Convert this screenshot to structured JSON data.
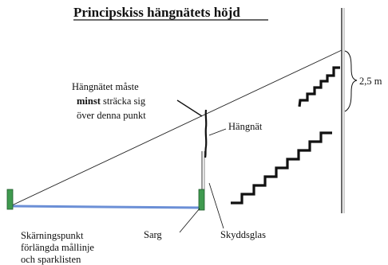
{
  "title": "Principskiss hängnätets höjd",
  "note": {
    "line1": "Hängnätet måste",
    "line2_bold": "minst",
    "line2_rest": " sträcka sig",
    "line3": "över denna punkt"
  },
  "labels": {
    "net": "Hängnät",
    "height": "2,5 m",
    "intersection_line1": "Skärningspunkt",
    "intersection_line2": "förlängda mållinje",
    "intersection_line3": "och sparklisten",
    "board": "Sarg",
    "glass": "Skyddsglas"
  },
  "colors": {
    "ink": "#111111",
    "post_fill": "#3f9a4f",
    "ice_line": "#6b8fd6",
    "pole": "#555555"
  }
}
